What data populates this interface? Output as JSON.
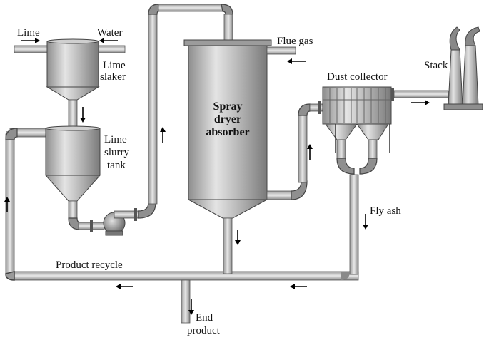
{
  "labels": {
    "lime": "Lime",
    "water": "Water",
    "lime_slaker_1": "Lime",
    "lime_slaker_2": "slaker",
    "lime_slurry_1": "Lime",
    "lime_slurry_2": "slurry",
    "lime_slurry_3": "tank",
    "flue_gas": "Flue gas",
    "spray_1": "Spray",
    "spray_2": "dryer",
    "spray_3": "absorber",
    "dust_collector": "Dust collector",
    "stack": "Stack",
    "fly_ash": "Fly ash",
    "product_recycle": "Product recycle",
    "end_product_1": "End",
    "end_product_2": "product"
  }
}
